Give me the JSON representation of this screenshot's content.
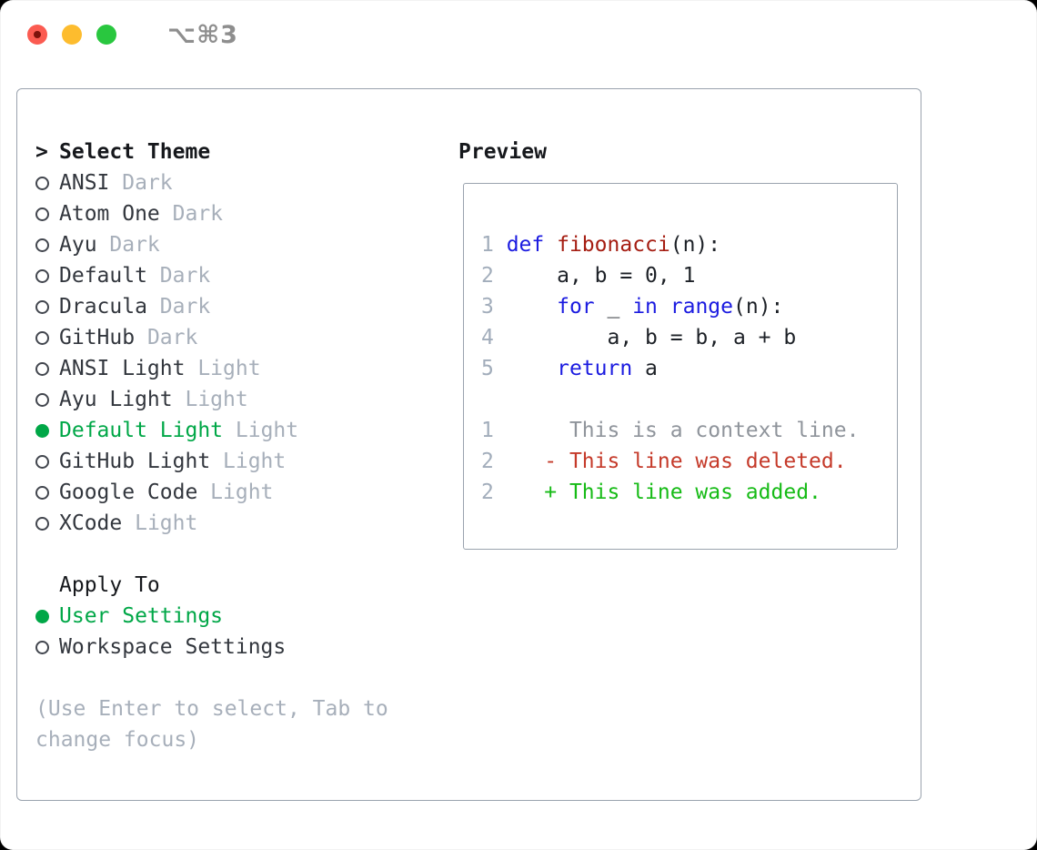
{
  "colors": {
    "accent_green": "#00a747",
    "added_green": "#16bb16",
    "deleted_red": "#c53a2a",
    "keyword_blue": "#1b1be0",
    "function_red": "#a51d12",
    "muted_gray": "#a7afba",
    "line_number_gray": "#a2adbb",
    "context_gray": "#8f949b",
    "text_dark": "#33373e",
    "heading_black": "#16181c",
    "border_gray": "#9aa3ae",
    "titlebar_gray": "#8e8e8e",
    "traffic_red": "#fb5b51",
    "traffic_red_dot": "#7d120b",
    "traffic_yellow": "#fdbc2e",
    "traffic_green": "#29c73f"
  },
  "window": {
    "title": "⌥⌘3"
  },
  "theme_picker": {
    "prompt": ">",
    "title": "Select Theme",
    "items": [
      {
        "name": "ANSI",
        "variant": "Dark",
        "selected": false
      },
      {
        "name": "Atom One",
        "variant": "Dark",
        "selected": false
      },
      {
        "name": "Ayu",
        "variant": "Dark",
        "selected": false
      },
      {
        "name": "Default",
        "variant": "Dark",
        "selected": false
      },
      {
        "name": "Dracula",
        "variant": "Dark",
        "selected": false
      },
      {
        "name": "GitHub",
        "variant": "Dark",
        "selected": false
      },
      {
        "name": "ANSI Light",
        "variant": "Light",
        "selected": false
      },
      {
        "name": "Ayu Light",
        "variant": "Light",
        "selected": false
      },
      {
        "name": "Default Light",
        "variant": "Light",
        "selected": true
      },
      {
        "name": "GitHub Light",
        "variant": "Light",
        "selected": false
      },
      {
        "name": "Google Code",
        "variant": "Light",
        "selected": false
      },
      {
        "name": "XCode",
        "variant": "Light",
        "selected": false
      }
    ],
    "apply_to": {
      "title": "Apply To",
      "options": [
        {
          "label": "User Settings",
          "selected": true
        },
        {
          "label": "Workspace Settings",
          "selected": false
        }
      ]
    },
    "help": "(Use Enter to select, Tab to change focus)"
  },
  "preview": {
    "title": "Preview",
    "code_lines": [
      {
        "num": "1",
        "tokens": [
          {
            "c": "kw",
            "t": "def"
          },
          {
            "c": "pl",
            "t": " "
          },
          {
            "c": "fn",
            "t": "fibonacci"
          },
          {
            "c": "pl",
            "t": "(n):"
          }
        ]
      },
      {
        "num": "2",
        "tokens": [
          {
            "c": "pl",
            "t": "    a, b = 0, 1"
          }
        ]
      },
      {
        "num": "3",
        "tokens": [
          {
            "c": "pl",
            "t": "    "
          },
          {
            "c": "kw",
            "t": "for"
          },
          {
            "c": "pl",
            "t": " _ "
          },
          {
            "c": "kw",
            "t": "in"
          },
          {
            "c": "pl",
            "t": " "
          },
          {
            "c": "kw",
            "t": "range"
          },
          {
            "c": "pl",
            "t": "(n):"
          }
        ]
      },
      {
        "num": "4",
        "tokens": [
          {
            "c": "pl",
            "t": "        a, b = b, a + b"
          }
        ]
      },
      {
        "num": "5",
        "tokens": [
          {
            "c": "pl",
            "t": "    "
          },
          {
            "c": "kw",
            "t": "return"
          },
          {
            "c": "pl",
            "t": " a"
          }
        ]
      }
    ],
    "diff_lines": [
      {
        "num": "1",
        "marker": " ",
        "text": "This is a context line.",
        "type": "context"
      },
      {
        "num": "2",
        "marker": "-",
        "text": "This line was deleted.",
        "type": "deleted"
      },
      {
        "num": "2",
        "marker": "+",
        "text": "This line was added.",
        "type": "added"
      }
    ]
  }
}
